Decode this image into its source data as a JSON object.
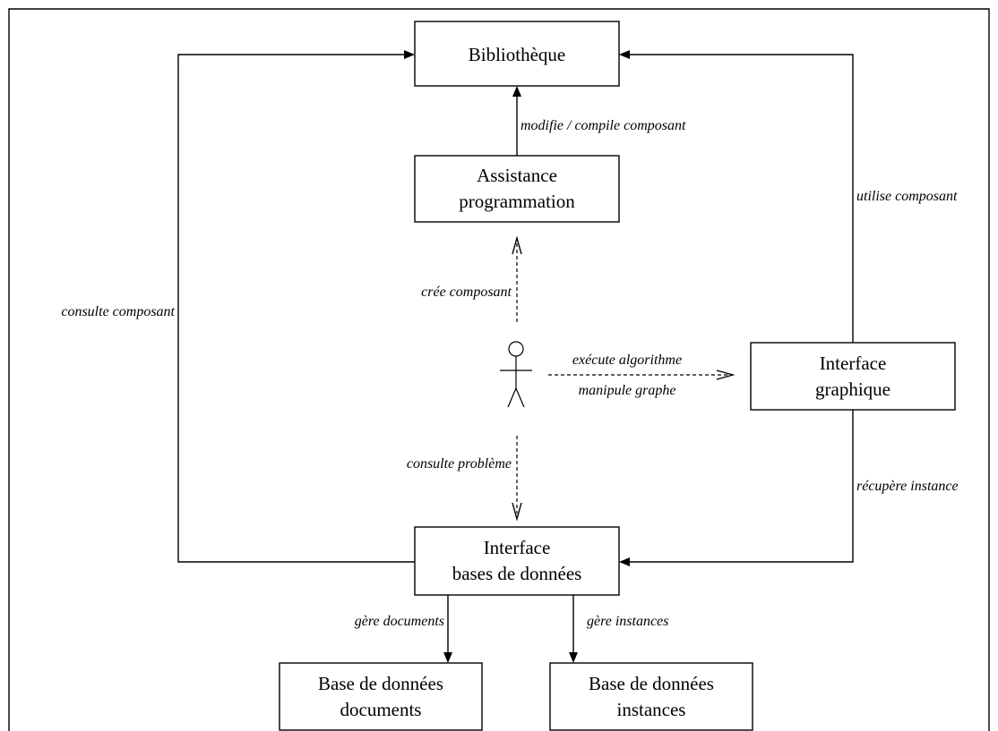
{
  "boxes": {
    "bibliotheque": [
      "Bibliothèque"
    ],
    "assistance": [
      "Assistance",
      "programmation"
    ],
    "interface_graphique": [
      "Interface",
      "graphique"
    ],
    "interface_bd": [
      "Interface",
      "bases de données"
    ],
    "bd_documents": [
      "Base de données",
      "documents"
    ],
    "bd_instances": [
      "Base de données",
      "instances"
    ]
  },
  "labels": {
    "modifie": "modifie / compile composant",
    "utilise": "utilise composant",
    "cree": "crée composant",
    "consulte_composant": "consulte composant",
    "execute": "exécute algorithme",
    "manipule": "manipule graphe",
    "consulte_probleme": "consulte problème",
    "recupere": "récupère instance",
    "gere_documents": "gère documents",
    "gere_instances": "gère instances"
  }
}
